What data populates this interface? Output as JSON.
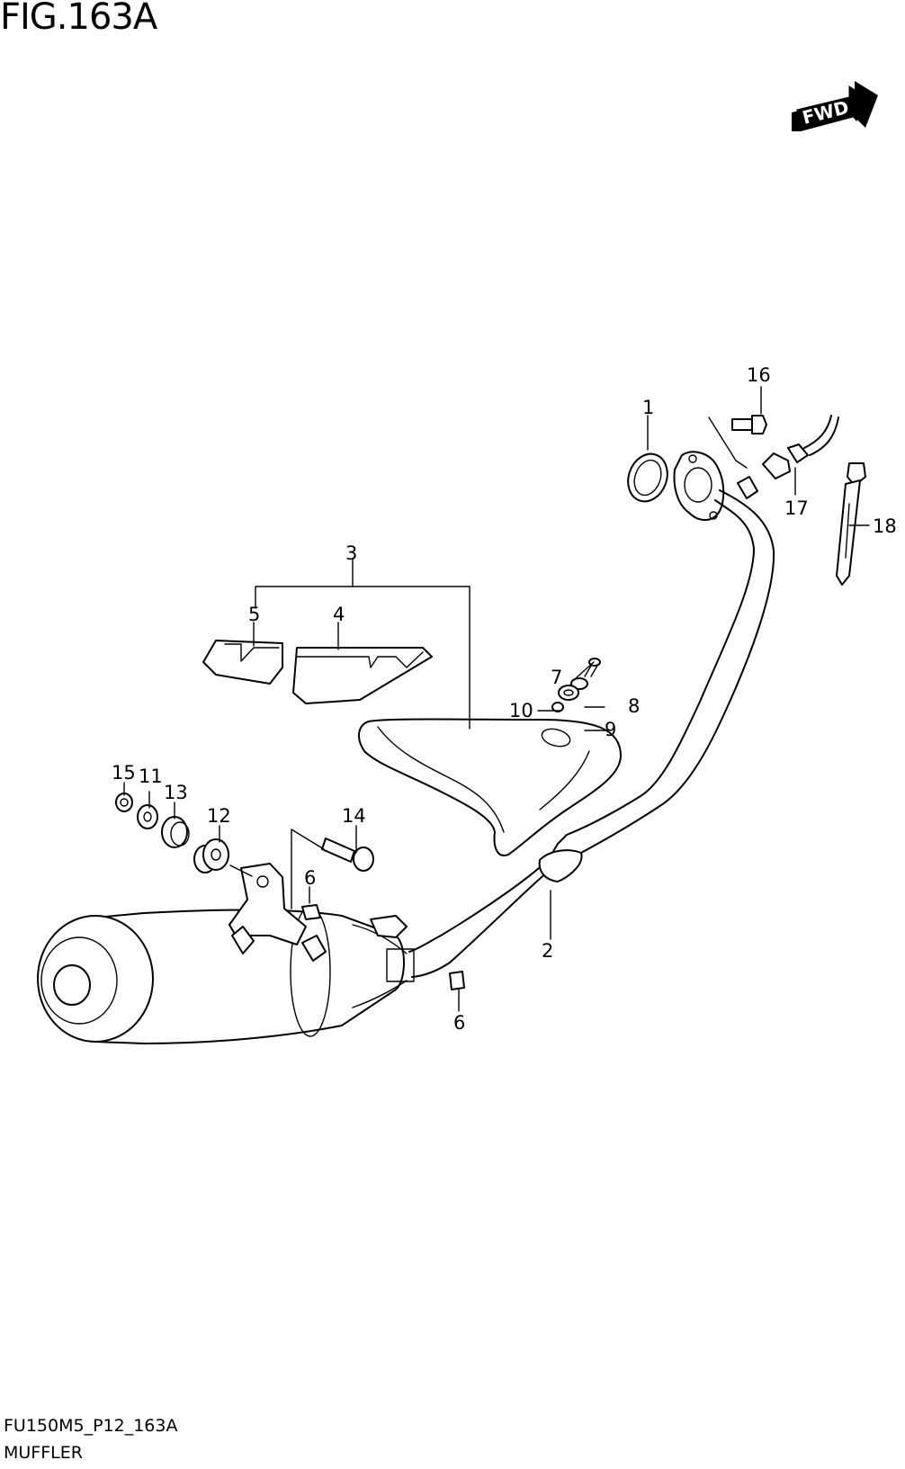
{
  "figure": {
    "title": "FIG.163A",
    "code": "FU150M5_P12_163A",
    "section": "MUFFLER"
  },
  "fwd_arrow": {
    "label": "FWD",
    "icon": "forward-arrow-icon"
  },
  "callouts": [
    {
      "id": "c1",
      "label": "1"
    },
    {
      "id": "c2",
      "label": "2"
    },
    {
      "id": "c3",
      "label": "3"
    },
    {
      "id": "c4",
      "label": "4"
    },
    {
      "id": "c5",
      "label": "5"
    },
    {
      "id": "c6a",
      "label": "6"
    },
    {
      "id": "c6b",
      "label": "6"
    },
    {
      "id": "c7",
      "label": "7"
    },
    {
      "id": "c8",
      "label": "8"
    },
    {
      "id": "c9",
      "label": "9"
    },
    {
      "id": "c10",
      "label": "10"
    },
    {
      "id": "c11",
      "label": "11"
    },
    {
      "id": "c12",
      "label": "12"
    },
    {
      "id": "c13",
      "label": "13"
    },
    {
      "id": "c14",
      "label": "14"
    },
    {
      "id": "c15",
      "label": "15"
    },
    {
      "id": "c16",
      "label": "16"
    },
    {
      "id": "c17",
      "label": "17"
    },
    {
      "id": "c18",
      "label": "18"
    }
  ]
}
